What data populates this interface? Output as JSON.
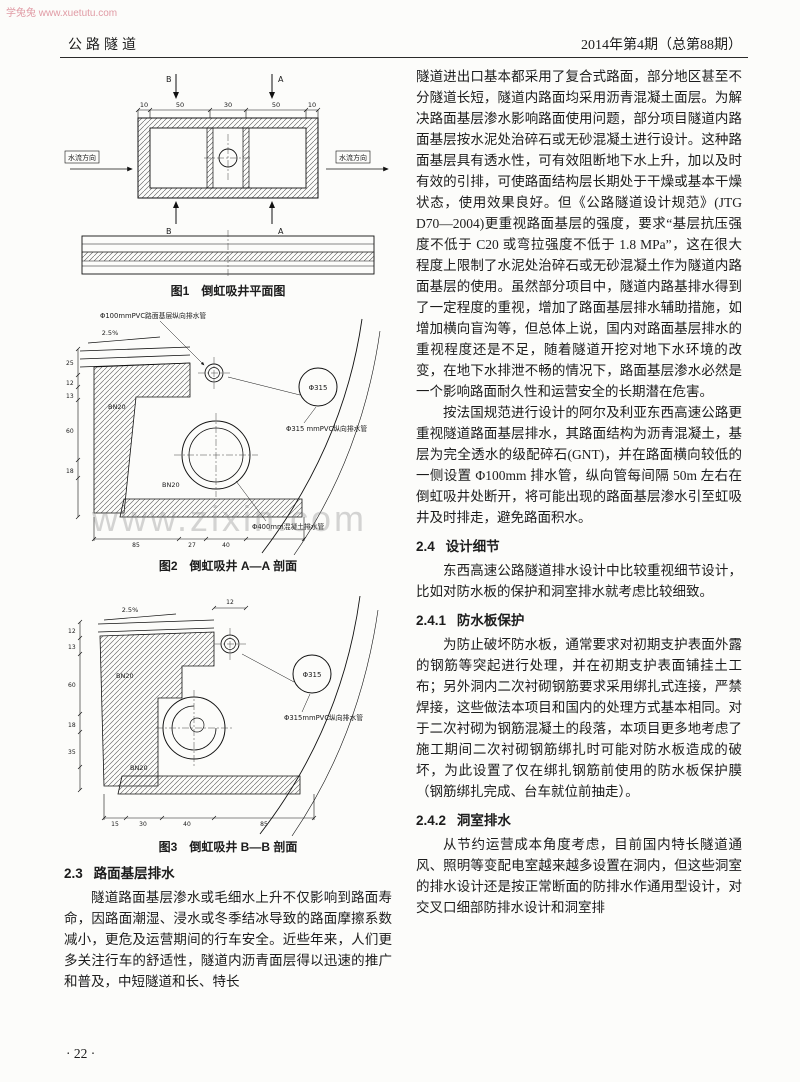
{
  "watermarks": {
    "top": "学兔兔 www.xuetutu.com",
    "middle": "www.zixin.com"
  },
  "header": {
    "left": "公路隧道",
    "right": "2014年第4期（总第88期）"
  },
  "figures": [
    {
      "caption": "图1　倒虹吸井平面图",
      "marker_b": "B",
      "marker_a": "A",
      "flow_left": "水流方向",
      "flow_right": "水流方向",
      "dims": {
        "d1": "10",
        "d2": "50",
        "d3": "30",
        "d4": "50",
        "d5": "10"
      }
    },
    {
      "caption": "图2　倒虹吸井 A—A 剖面",
      "label_phi100": "Φ100mmPVC路面基层纵向排水管",
      "label_phi315": "Φ315 mmPVC纵向排水管",
      "label_phi400": "Φ400mm混凝土排水管",
      "label_detail": "Φ315",
      "slope": "2.5%",
      "bn20": "BN20",
      "dims": {
        "v1": "25",
        "v2": "12",
        "v3": "13",
        "v4": "60",
        "v5": "18",
        "h1": "85",
        "h2": "27",
        "h3": "40"
      }
    },
    {
      "caption": "图3　倒虹吸井 B—B 剖面",
      "label_phi315": "Φ315mmPVC纵向排水管",
      "label_detail": "Φ315",
      "slope": "2.5%",
      "bn20": "BN20",
      "dims": {
        "t1": "12",
        "v1": "12",
        "v2": "13",
        "v3": "60",
        "v4": "18",
        "v5": "35",
        "h1": "15",
        "h2": "30",
        "h3": "40",
        "h4": "85"
      }
    }
  ],
  "left_column": {
    "sec23_num": "2.3",
    "sec23_title": "路面基层排水",
    "para": "隧道路面基层渗水或毛细水上升不仅影响到路面寿命，因路面潮湿、浸水或冬季结冰导致的路面摩擦系数减小，更危及运营期间的行车安全。近些年来，人们更多关注行车的舒适性，隧道内沥青面层得以迅速的推广和普及，中短隧道和长、特长"
  },
  "right_column": {
    "para1": "隧道进出口基本都采用了复合式路面，部分地区甚至不分隧道长短，隧道内路面均采用沥青混凝土面层。为解决路面基层渗水影响路面使用问题，部分项目隧道内路面基层按水泥处治碎石或无砂混凝土进行设计。这种路面基层具有透水性，可有效阻断地下水上升，加以及时有效的引排，可使路面结构层长期处于干燥或基本干燥状态，使用效果良好。但《公路隧道设计规范》(JTG D70—2004)更重视路面基层的强度，要求“基层抗压强度不低于 C20 或弯拉强度不低于 1.8 MPa”，这在很大程度上限制了水泥处治碎石或无砂混凝土作为隧道内路面基层的使用。虽然部分项目中，隧道内路基排水得到了一定程度的重视，增加了路面基层排水辅助措施，如增加横向盲沟等，但总体上说，国内对路面基层排水的重视程度还是不足，随着隧道开挖对地下水环境的改变，在地下水排泄不畅的情况下，路面基层渗水必然是一个影响路面耐久性和运营安全的长期潜在危害。",
    "para2": "按法国规范进行设计的阿尔及利亚东西高速公路更重视隧道路面基层排水，其路面结构为沥青混凝土，基层为完全透水的级配碎石(GNT)，并在路面横向较低的一侧设置 Φ100mm 排水管，纵向管每间隔 50m 左右在倒虹吸井处断开，将可能出现的路面基层渗水引至虹吸井及时排走，避免路面积水。",
    "sec24_num": "2.4",
    "sec24_title": "设计细节",
    "para3": "东西高速公路隧道排水设计中比较重视细节设计，比如对防水板的保护和洞室排水就考虑比较细致。",
    "sec241_num": "2.4.1",
    "sec241_title": "防水板保护",
    "para4": "为防止破坏防水板，通常要求对初期支护表面外露的钢筋等突起进行处理，并在初期支护表面铺挂土工布；另外洞内二次衬砌钢筋要求采用绑扎式连接，严禁焊接，这些做法本项目和国内的处理方式基本相同。对于二次衬砌为钢筋混凝土的段落，本项目更多地考虑了施工期间二次衬砌钢筋绑扎时可能对防水板造成的破坏，为此设置了仅在绑扎钢筋前使用的防水板保护膜（钢筋绑扎完成、台车就位前抽走）。",
    "sec242_num": "2.4.2",
    "sec242_title": "洞室排水",
    "para5": "从节约运营成本角度考虑，目前国内特长隧道通风、照明等变配电室越来越多设置在洞内，但这些洞室的排水设计还是按正常断面的防排水作通用型设计，对交叉口细部防排水设计和洞室排"
  },
  "footer": {
    "page_number": "·  22  ·"
  }
}
